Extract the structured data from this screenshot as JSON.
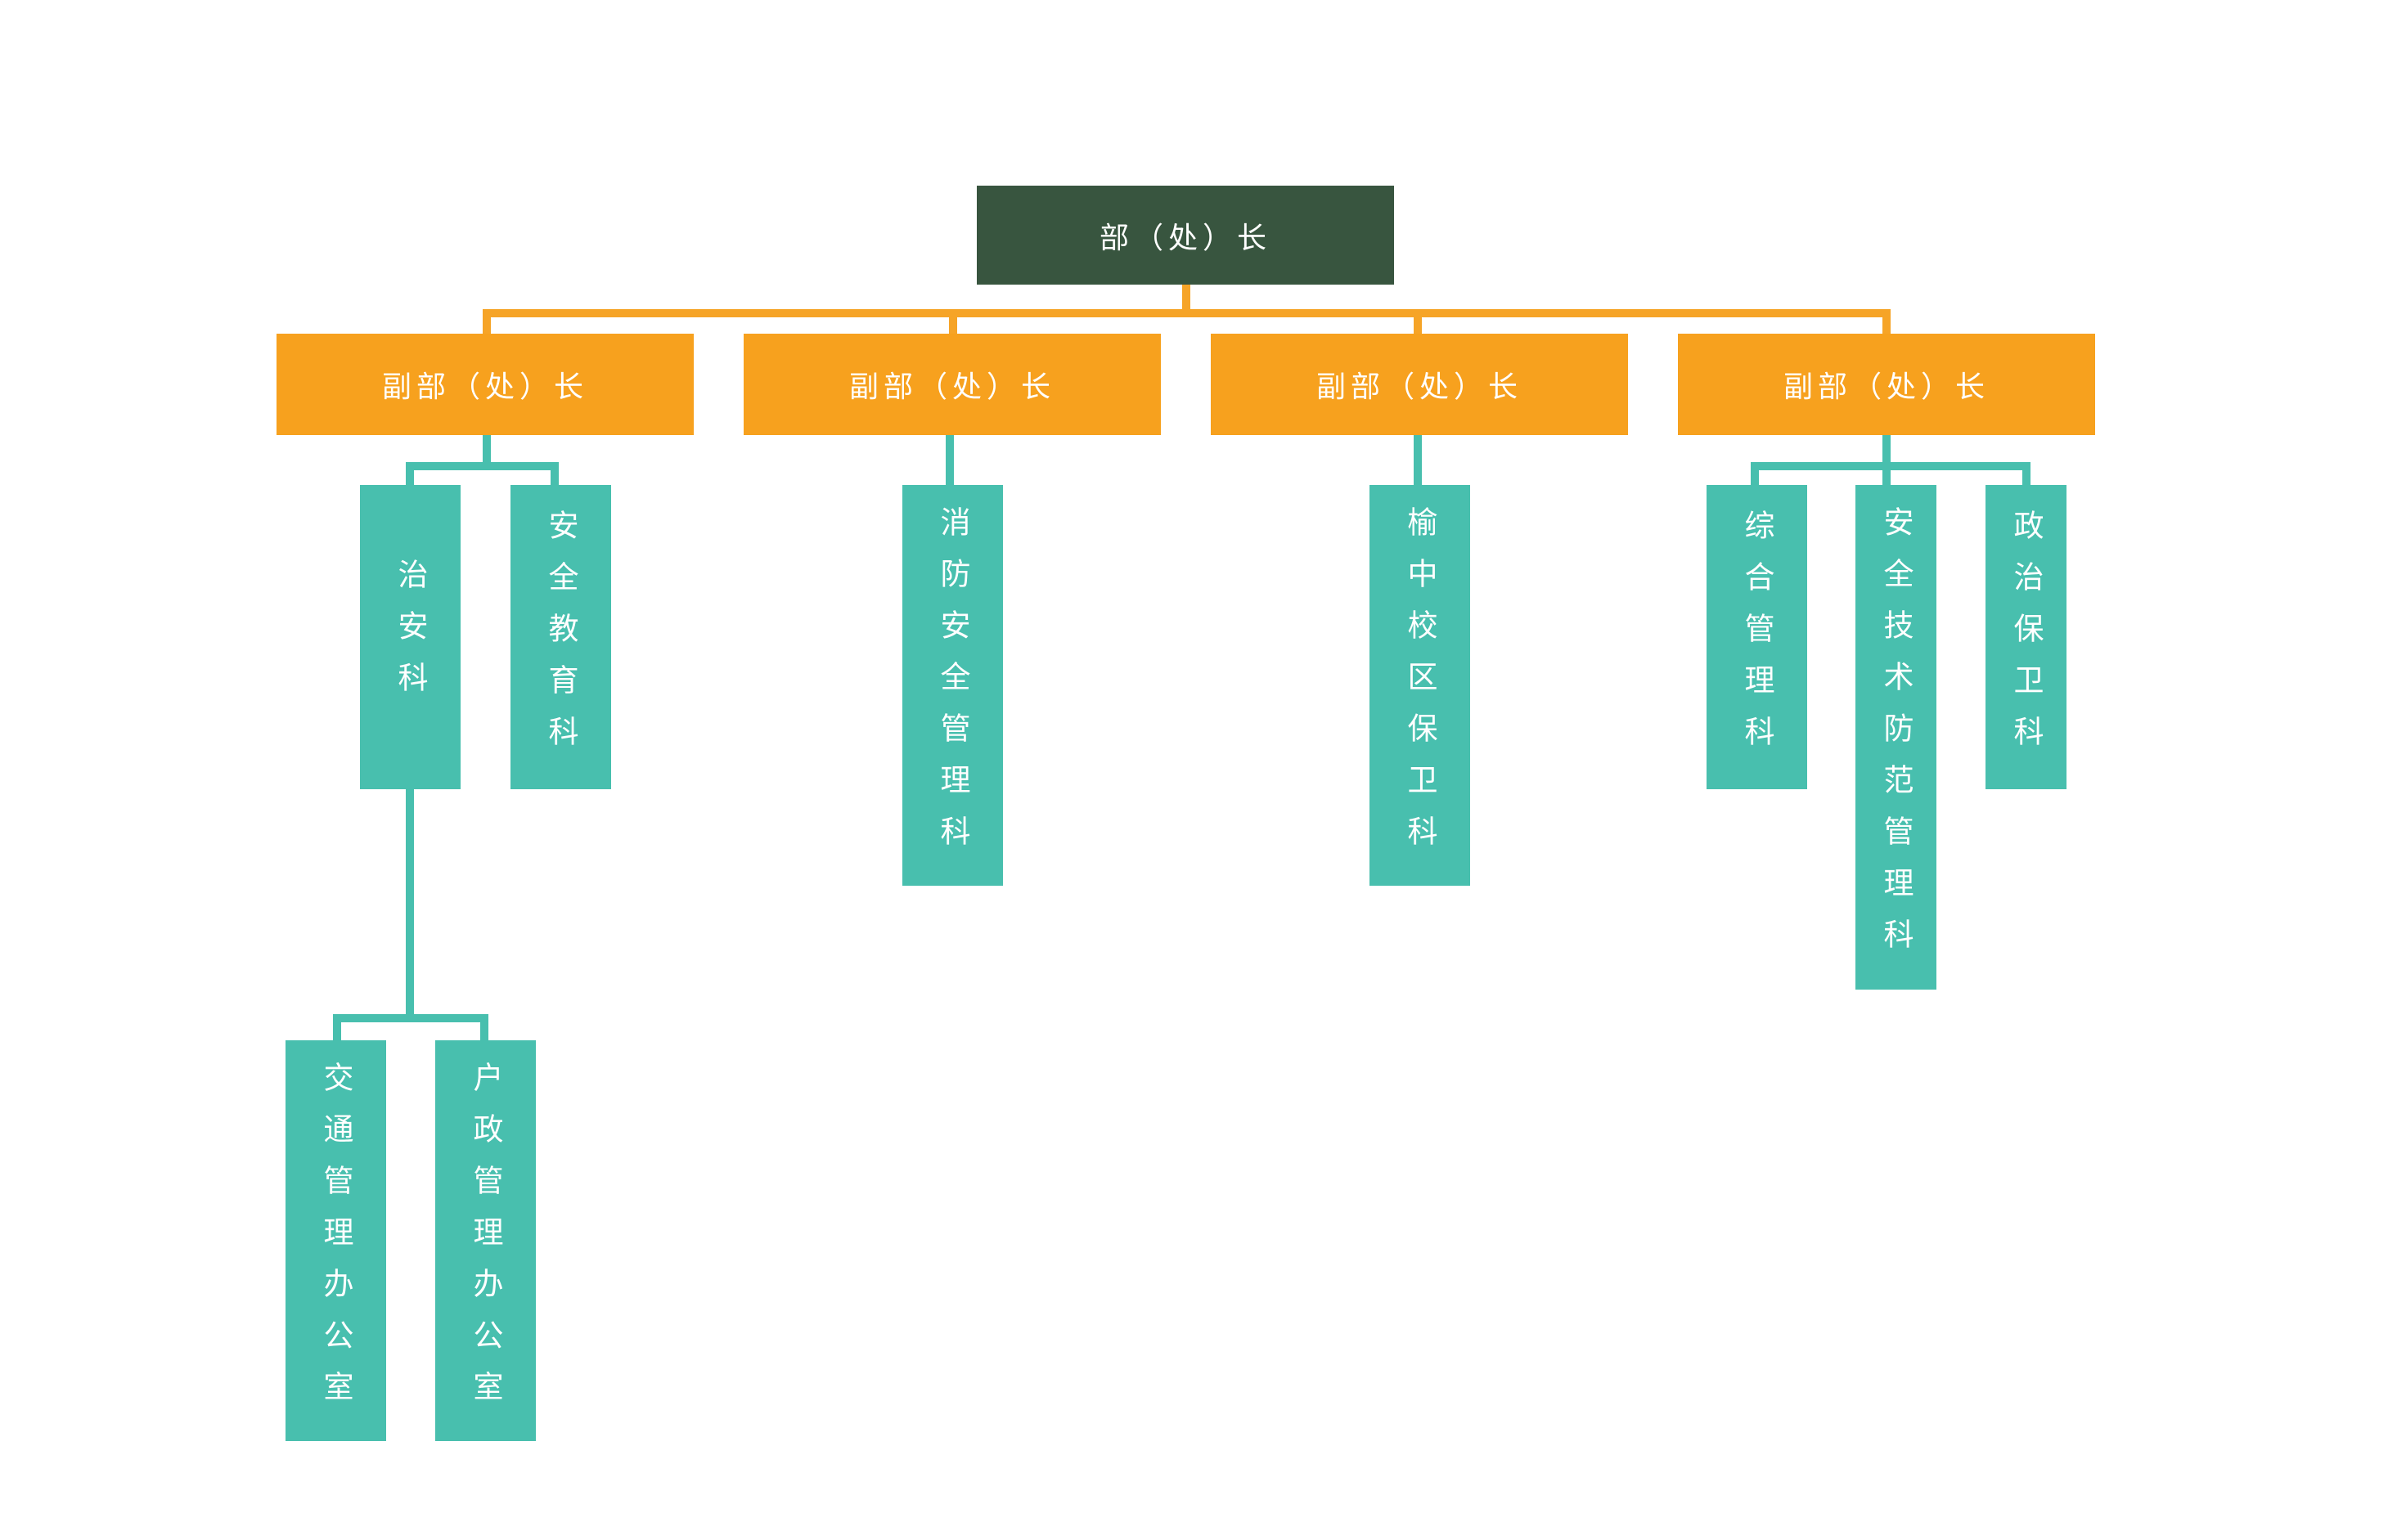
{
  "chart": {
    "head": "部（处）长",
    "deputies": [
      {
        "title": "副部（处）长",
        "units": [
          "治安科",
          "安全教育科"
        ]
      },
      {
        "title": "副部（处）长",
        "units": [
          "消防安全管理科"
        ]
      },
      {
        "title": "副部（处）长",
        "units": [
          "榆中校区保卫科"
        ]
      },
      {
        "title": "副部（处）长",
        "units": [
          "综合管理科",
          "安全技术防范管理科",
          "政治保卫科"
        ]
      }
    ],
    "sub_units": [
      "交通管理办公室",
      "户政管理办公室"
    ]
  },
  "colors": {
    "head": "#38553f",
    "deputy": "#f7a11e",
    "unit": "#48bfae",
    "connector_orange": "#f6a427",
    "connector_teal": "#48bfae"
  }
}
